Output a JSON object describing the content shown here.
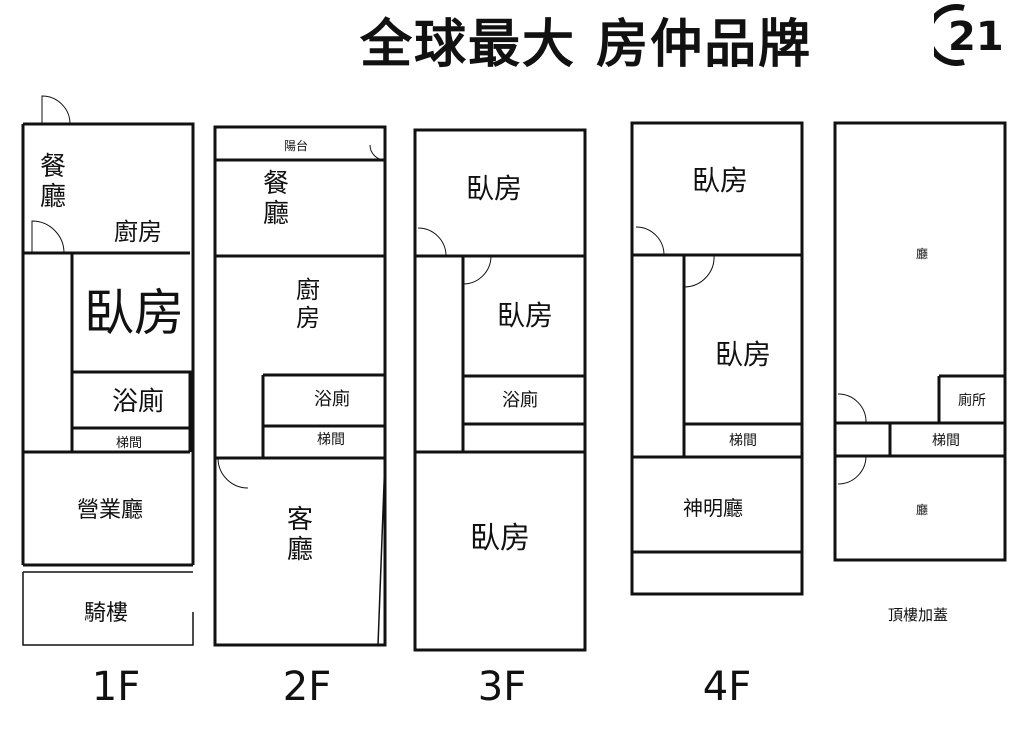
{
  "header": {
    "slogan": "全球最大 房仲品牌",
    "logo_text": "21"
  },
  "floors": {
    "f1": {
      "label": "1F",
      "dining": "餐\n廳",
      "kitchen": "廚房",
      "bedroom": "臥房",
      "bathroom": "浴廁",
      "stairs": "梯間",
      "business_hall": "營業廳",
      "arcade": "騎樓"
    },
    "f2": {
      "label": "2F",
      "balcony": "陽台",
      "dining": "餐\n廳",
      "kitchen": "廚\n房",
      "bathroom": "浴廁",
      "stairs": "梯間",
      "living": "客\n廳"
    },
    "f3": {
      "label": "3F",
      "bedroom1": "臥房",
      "bedroom2": "臥房",
      "bathroom": "浴廁",
      "bedroom3": "臥房"
    },
    "f4": {
      "label": "4F",
      "bedroom1": "臥房",
      "bedroom2": "臥房",
      "stairs": "梯間",
      "shrine": "神明廳"
    },
    "roof": {
      "label": "頂樓加蓋",
      "hall1": "廳",
      "toilet": "廁所",
      "stairs": "梯間",
      "hall2": "廳"
    }
  }
}
